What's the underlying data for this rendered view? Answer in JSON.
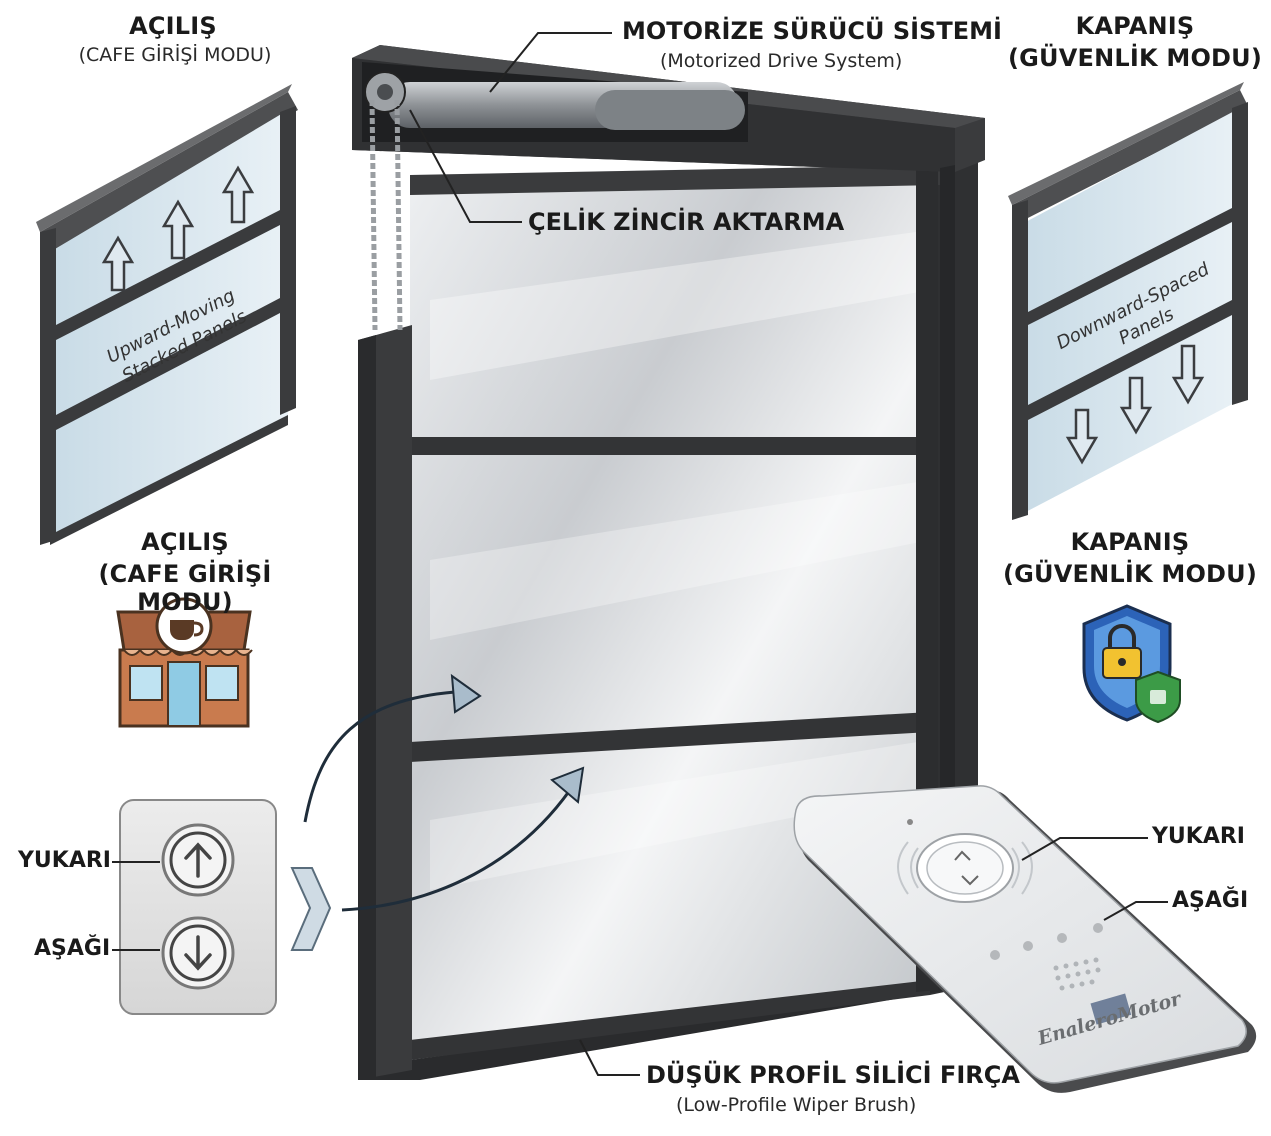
{
  "left_top": {
    "title": "AÇILIŞ",
    "subtitle": "(CAFE GİRİŞİ MODU)"
  },
  "right_top": {
    "title": "KAPANIŞ",
    "subtitle": "(GÜVENLİK MODU)"
  },
  "left_panel_text": [
    "Upward-Moving",
    "Stacked Panels"
  ],
  "right_panel_text": [
    "Downward-Spaced",
    "Panels"
  ],
  "left_mid": {
    "title": "AÇILIŞ",
    "subtitle": "(CAFE GİRİŞİ MODU)"
  },
  "right_mid": {
    "title": "KAPANIŞ",
    "subtitle": "(GÜVENLİK MODU)"
  },
  "motor": {
    "label": "MOTORİZE SÜRÜCÜ SİSTEMİ",
    "sub": "(Motorized Drive System)"
  },
  "chain": {
    "label": "ÇELİK ZİNCİR AKTARMA"
  },
  "brush": {
    "label": "DÜŞÜK PROFİL SİLİCİ FIRÇA",
    "sub": "(Low-Profile Wiper Brush)"
  },
  "switch": {
    "up_label": "YUKARI",
    "down_label": "AŞAĞI"
  },
  "remote": {
    "up_label": "YUKARI",
    "down_label": "AŞAĞI",
    "brand": "EnaleroMotor"
  },
  "icons": {
    "cafe": "cafe-storefront-icon",
    "shield": "security-shield-lock-icon"
  },
  "colors": {
    "frame": "#3a3b3d",
    "glass": "#dfe3e8",
    "arrow": "#a9bccb",
    "cafe_roof": "#a8623f",
    "shield_blue": "#2c63b8",
    "lock_yellow": "#f2c230",
    "shield_green": "#3c9b47"
  }
}
